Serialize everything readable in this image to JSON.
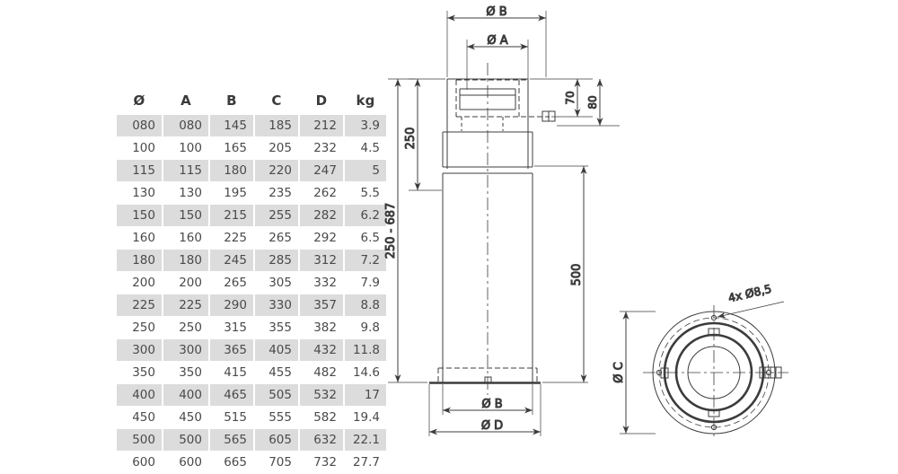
{
  "table": {
    "headers": [
      "Ø",
      "A",
      "B",
      "C",
      "D",
      "kg"
    ],
    "rows": [
      [
        "080",
        "080",
        "145",
        "185",
        "212",
        "3.9"
      ],
      [
        "100",
        "100",
        "165",
        "205",
        "232",
        "4.5"
      ],
      [
        "115",
        "115",
        "180",
        "220",
        "247",
        "5"
      ],
      [
        "130",
        "130",
        "195",
        "235",
        "262",
        "5.5"
      ],
      [
        "150",
        "150",
        "215",
        "255",
        "282",
        "6.2"
      ],
      [
        "160",
        "160",
        "225",
        "265",
        "292",
        "6.5"
      ],
      [
        "180",
        "180",
        "245",
        "285",
        "312",
        "7.2"
      ],
      [
        "200",
        "200",
        "265",
        "305",
        "332",
        "7.9"
      ],
      [
        "225",
        "225",
        "290",
        "330",
        "357",
        "8.8"
      ],
      [
        "250",
        "250",
        "315",
        "355",
        "382",
        "9.8"
      ],
      [
        "300",
        "300",
        "365",
        "405",
        "432",
        "11.8"
      ],
      [
        "350",
        "350",
        "415",
        "455",
        "482",
        "14.6"
      ],
      [
        "400",
        "400",
        "465",
        "505",
        "532",
        "17"
      ],
      [
        "450",
        "450",
        "515",
        "555",
        "582",
        "19.4"
      ],
      [
        "500",
        "500",
        "565",
        "605",
        "632",
        "22.1"
      ],
      [
        "600",
        "600",
        "665",
        "705",
        "732",
        "27.7"
      ]
    ],
    "band_color": "#dcdcdc"
  },
  "drawing": {
    "line_color": "#3c3c3c",
    "front_view": {
      "dim_diameter_b_top": "Ø B",
      "dim_diameter_a_top": "Ø A",
      "dim_height_250": "250",
      "dim_height_range": "250 - 687",
      "dim_height_500": "500",
      "dim_offset_70": "70",
      "dim_offset_80": "80",
      "dim_diameter_b_bottom": "Ø B",
      "dim_diameter_d_bottom": "Ø D"
    },
    "section_view": {
      "dim_diameter_c": "Ø C",
      "note_holes": "4x Ø8,5"
    }
  }
}
